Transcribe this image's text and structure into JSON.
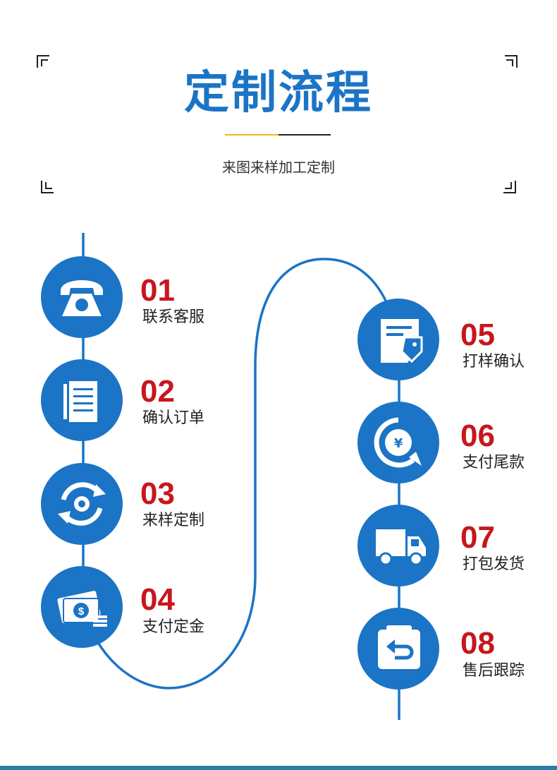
{
  "header": {
    "title": "定制流程",
    "subtitle": "来图来样加工定制"
  },
  "colors": {
    "accent": "#1b74c5",
    "number": "#c8161d",
    "rule_yellow": "#f3b816"
  },
  "steps": [
    {
      "number": "01",
      "label": "联系客服",
      "icon": "telephone-icon"
    },
    {
      "number": "02",
      "label": "确认订单",
      "icon": "document-icon"
    },
    {
      "number": "03",
      "label": "来样定制",
      "icon": "gear-cycle-icon"
    },
    {
      "number": "04",
      "label": "支付定金",
      "icon": "money-icon"
    },
    {
      "number": "05",
      "label": "打样确认",
      "icon": "sample-tag-icon"
    },
    {
      "number": "06",
      "label": "支付尾款",
      "icon": "yuan-payment-icon"
    },
    {
      "number": "07",
      "label": "打包发货",
      "icon": "delivery-truck-icon"
    },
    {
      "number": "08",
      "label": "售后跟踪",
      "icon": "return-icon"
    }
  ]
}
